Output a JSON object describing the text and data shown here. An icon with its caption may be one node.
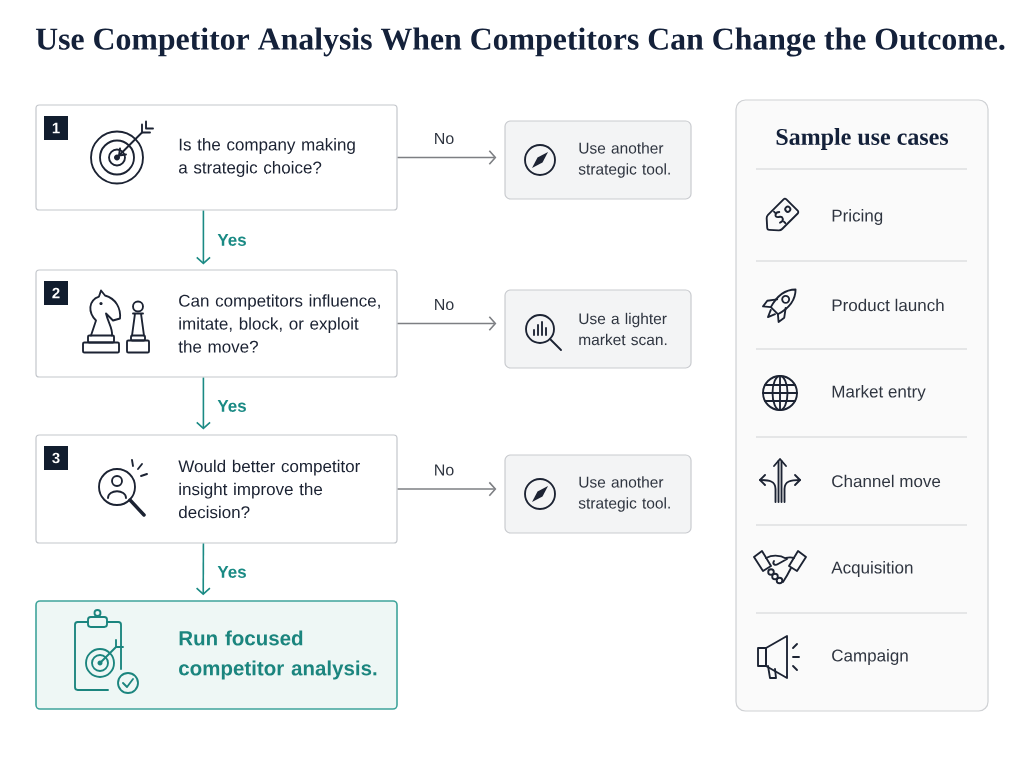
{
  "diagram": {
    "title": "Use Competitor Analysis When Competitors Can Change the Outcome.",
    "nodes": [
      {
        "text": [
          "1",
          "Is the company making a strategic choice?"
        ]
      },
      {
        "text": [
          "Use another strategic tool."
        ]
      },
      {
        "text": [
          "2",
          "Can competitors influence, imitate, block, or exploit the move?"
        ]
      },
      {
        "text": [
          "Use a lighter market scan."
        ]
      },
      {
        "text": [
          "3",
          "Would better competitor insight improve the decision?"
        ]
      },
      {
        "text": [
          "Use another strategic tool."
        ]
      },
      {
        "text": [
          "Run focused competitor analysis."
        ]
      },
      {
        "text": [
          "Sample use cases",
          "Pricing",
          "Product launch",
          "Market entry",
          "Channel move",
          "Acquisition",
          "Campaign"
        ]
      }
    ],
    "edges": [
      {
        "from": 0,
        "to": 1,
        "arrow": "to",
        "label": "No"
      },
      {
        "from": 0,
        "to": 2,
        "arrow": "to",
        "label": "Yes",
        "color": "#1a8a84"
      },
      {
        "from": 2,
        "to": 3,
        "arrow": "to",
        "label": "No"
      },
      {
        "from": 2,
        "to": 4,
        "arrow": "to",
        "label": "Yes",
        "color": "#1a8a84"
      },
      {
        "from": 4,
        "to": 5,
        "arrow": "to",
        "label": "No"
      },
      {
        "from": 4,
        "to": 6,
        "arrow": "to",
        "label": "Yes",
        "color": "#1a8a84"
      }
    ]
  }
}
